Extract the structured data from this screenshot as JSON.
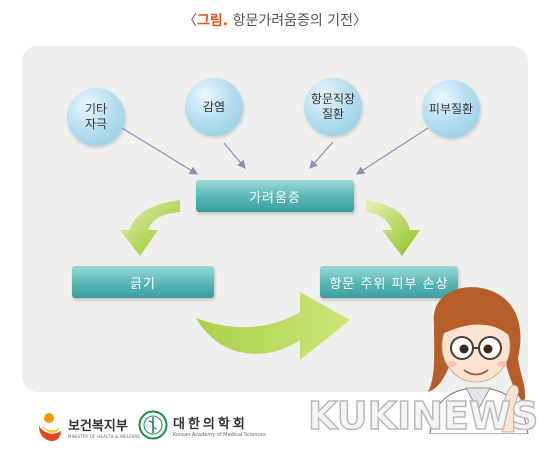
{
  "title": {
    "open": "〈",
    "prefix": "그림.",
    "text": " 항문가려움증의 기전",
    "close": "〉"
  },
  "causes": [
    {
      "label": "기타\n자극"
    },
    {
      "label": "감염"
    },
    {
      "label": "항문직장\n질환"
    },
    {
      "label": "피부질환"
    }
  ],
  "center": {
    "label": "가려움증"
  },
  "left_box": {
    "label": "긁기"
  },
  "right_box": {
    "label": "항문 주위 피부 손상"
  },
  "logos": {
    "mohw": {
      "name": "보건복지부",
      "sub": "MINISTRY OF HEALTH & WELFARE"
    },
    "kams": {
      "name": "대한의학회",
      "sub": "Korean Academy of Medical Sciences"
    }
  },
  "watermark": {
    "pre": "KUKI",
    "accent": "N",
    "post": "EWS"
  },
  "colors": {
    "bubble": "#a6d7ec",
    "box": "#4fb0b0",
    "arrow": "#9ccb2c",
    "title_accent": "#e8541b"
  }
}
